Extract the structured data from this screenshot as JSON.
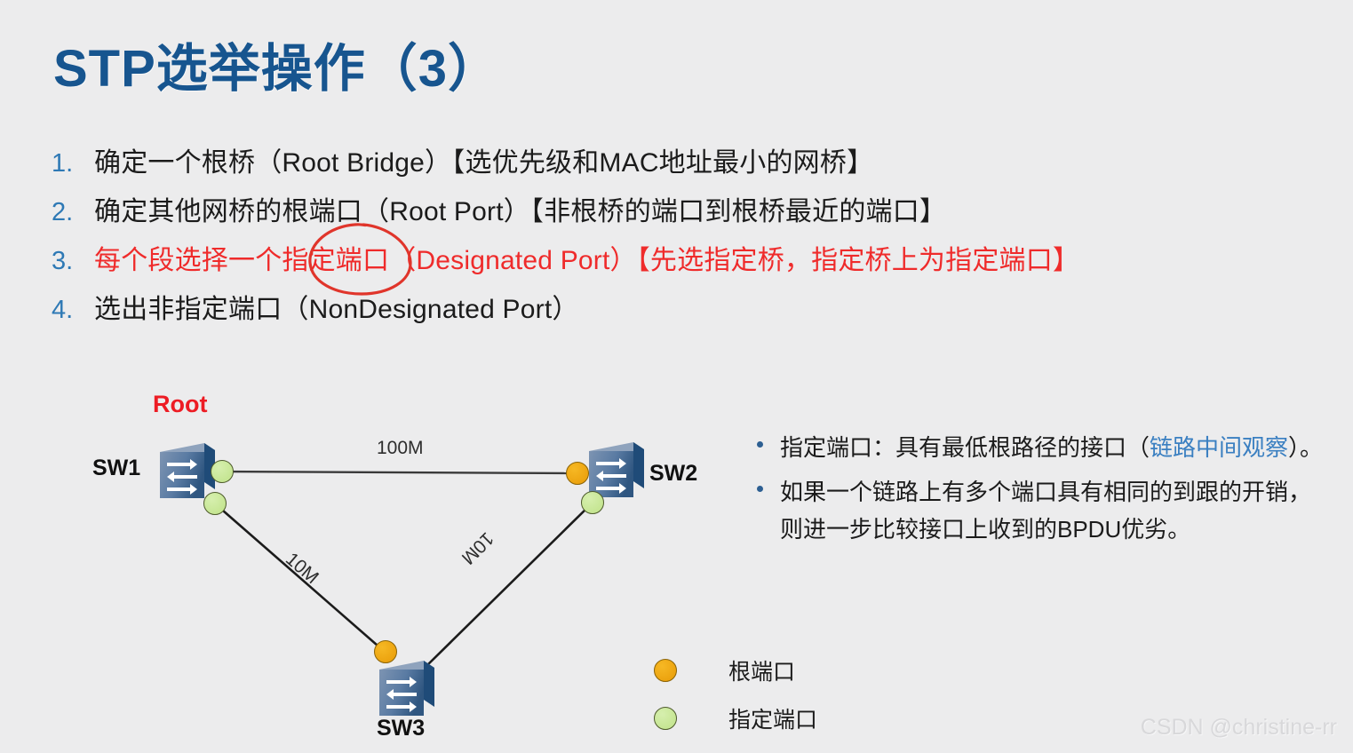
{
  "slide": {
    "title": "STP选举操作（3）",
    "background_color": "#ececed",
    "title_color": "#17558f"
  },
  "steps": [
    {
      "number": "1.",
      "text": "确定一个根桥（Root Bridge）【选优先级和MAC地址最小的网桥】",
      "color": "#1b1b1b"
    },
    {
      "number": "2.",
      "text": "确定其他网桥的根端口（Root Port）【非根桥的端口到根桥最近的端口】",
      "color": "#1b1b1b"
    },
    {
      "number": "3.",
      "text": "每个段选择一个指定端口（Designated Port）【先选指定桥，指定桥上为指定端口】",
      "color": "#ef2b2b"
    },
    {
      "number": "4.",
      "text": "选出非指定端口（NonDesignated Port）",
      "color": "#1b1b1b"
    }
  ],
  "annotation": {
    "shape": "hand-drawn-ellipse",
    "color": "#e0352b",
    "targets": "指定端口"
  },
  "bullets": {
    "items": [
      {
        "lead": "指定端口：具有最低根路径的接口（",
        "highlight": "链路中间观察",
        "tail": "）。",
        "line2": ""
      },
      {
        "lead": "如果一个链路上有多个端口具有相同的到跟的开销，",
        "highlight": "",
        "tail": "",
        "line2": "则进一步比较接口上收到的BPDU优劣。"
      }
    ],
    "highlight_color": "#3a7fc1",
    "bullet_color": "#2d5f92"
  },
  "diagram": {
    "root_marker": "Root",
    "nodes": [
      {
        "id": "sw1",
        "label": "SW1"
      },
      {
        "id": "sw2",
        "label": "SW2"
      },
      {
        "id": "sw3",
        "label": "SW3"
      }
    ],
    "links": [
      {
        "from": "SW1",
        "to": "SW2",
        "label": "100M"
      },
      {
        "from": "SW1",
        "to": "SW3",
        "label": "10M"
      },
      {
        "from": "SW2",
        "to": "SW3",
        "label": "10M"
      }
    ],
    "ports": [
      {
        "node": "SW1",
        "type": "designated",
        "toward": "SW2"
      },
      {
        "node": "SW1",
        "type": "designated",
        "toward": "SW3"
      },
      {
        "node": "SW2",
        "type": "root",
        "toward": "SW1"
      },
      {
        "node": "SW2",
        "type": "designated",
        "toward": "SW3"
      },
      {
        "node": "SW3",
        "type": "root",
        "toward": "SW1"
      }
    ]
  },
  "legend": {
    "items": [
      {
        "swatch": "root",
        "label": "根端口",
        "color": "#e89b07"
      },
      {
        "swatch": "designated",
        "label": "指定端口",
        "color": "#bfe288"
      }
    ]
  },
  "watermark": "CSDN @christine-rr"
}
